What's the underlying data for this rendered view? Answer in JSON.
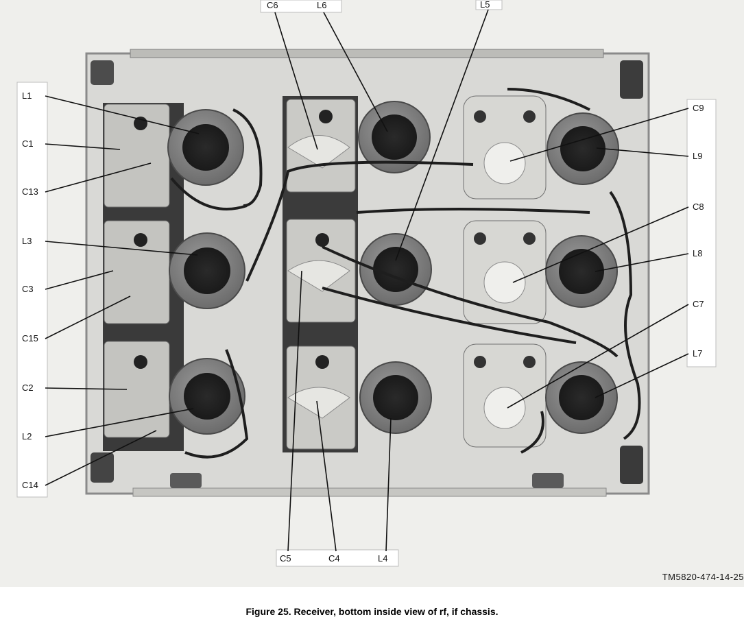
{
  "figure": {
    "number": "TM5820-474-14-25",
    "caption": "Figure 25. Receiver, bottom inside view of rf, if chassis."
  },
  "labels": {
    "l1": "L1",
    "c1": "C1",
    "c13": "C13",
    "l3": "L3",
    "c3": "C3",
    "c15": "C15",
    "c2": "C2",
    "l2": "L2",
    "c14": "C14",
    "c6": "C6",
    "l6": "L6",
    "l5": "L5",
    "c5": "C5",
    "c4": "C4",
    "l4": "L4",
    "c9": "C9",
    "l9": "L9",
    "c8": "C8",
    "l8": "L8",
    "c7": "C7",
    "l7": "L7"
  }
}
